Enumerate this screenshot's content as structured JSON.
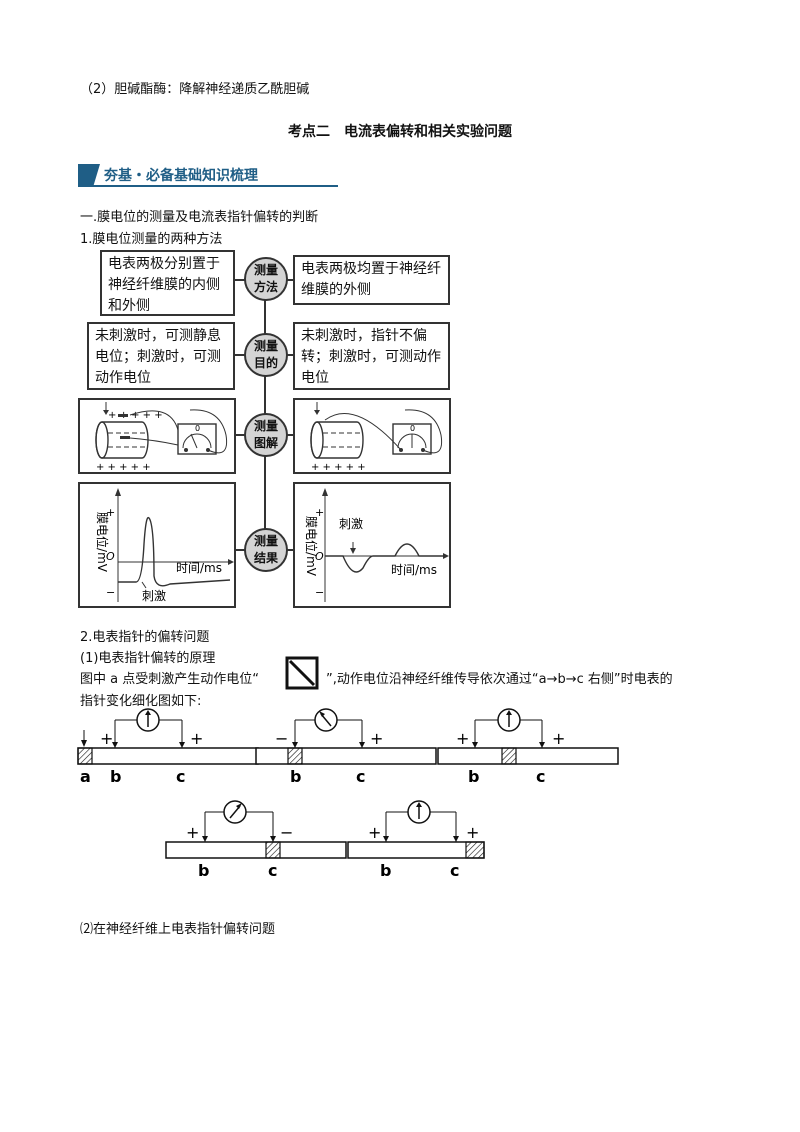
{
  "lines": {
    "intro": "（2）胆碱酯酶：降解神经递质乙酰胆碱",
    "heading": "考点二　电流表偏转和相关实验问题",
    "banner": "夯基・必备基础知识梳理",
    "sec1": "一.膜电位的测量及电流表指针偏转的判断",
    "sec1_1": "1.膜电位测量的两种方法",
    "sec2": "2.电表指针的偏转问题",
    "sec2_1": "(1)电表指针偏转的原理",
    "principle_a": "图中 a 点受刺激产生动作电位“",
    "principle_b": "”,动作电位沿神经纤维传导依次通过“a→b→c 右侧”时电表的",
    "principle_c": "指针变化细化图如下:",
    "sec2_2": "⑵在神经纤维上电表指针偏转问题"
  },
  "diagram": {
    "circles": [
      {
        "l1": "测量",
        "l2": "方法"
      },
      {
        "l1": "测量",
        "l2": "目的"
      },
      {
        "l1": "测量",
        "l2": "图解"
      },
      {
        "l1": "测量",
        "l2": "结果"
      }
    ],
    "left_method": "电表两极分别置于神经纤维膜的内侧和外侧",
    "right_method": "电表两极均置于神经纤维膜的外侧",
    "left_purpose": "未刺激时，可测静息电位；刺激时，可测动作电位",
    "right_purpose": "未刺激时，指针不偏转；刺激时，可测动作电位",
    "graph": {
      "ylabel": "膜电位/mV",
      "xlabel": "时间/ms",
      "origin": "O",
      "plus": "+",
      "minus": "−",
      "stim": "刺激"
    },
    "meter_zero": "0",
    "membrane_plus": "+ + + + +",
    "membrane_minus": "− − − − −"
  },
  "fig": {
    "labels": {
      "a": "a",
      "b": "b",
      "c": "c",
      "plus": "+",
      "minus": "−"
    }
  },
  "colors": {
    "banner": "#1f5e86",
    "circle": "#d4d4d4",
    "line": "#333333"
  }
}
